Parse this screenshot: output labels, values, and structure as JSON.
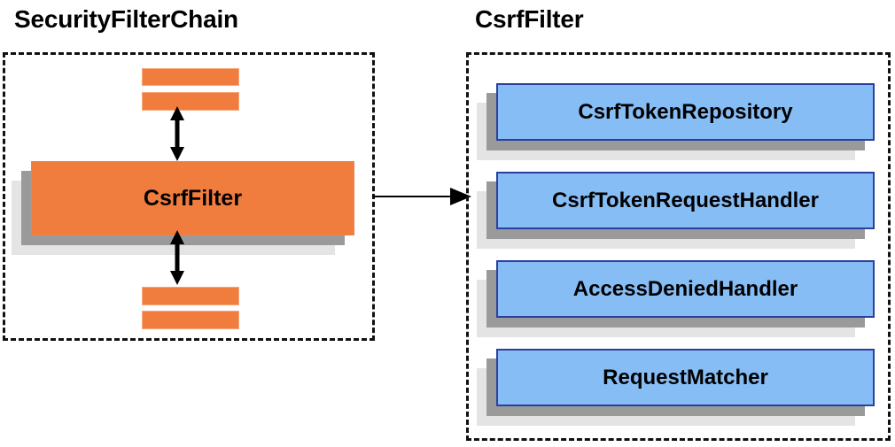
{
  "diagram": {
    "title_left": "SecurityFilterChain",
    "title_right": "CsrfFilter",
    "colors": {
      "orange_fill": "#F07C3D",
      "orange_border": "#F5A77B",
      "blue_fill": "#87BDF5",
      "blue_border": "#2B3FA0",
      "shadow_dark": "#9A9A9A",
      "shadow_light": "#E4E4E4",
      "dashed_border": "#111111",
      "text": "#000000",
      "background": "#FFFFFF"
    }
  },
  "left_panel": {
    "title": "SecurityFilterChain",
    "filter_box_label": "CsrfFilter",
    "bars": [
      {
        "name": "filter-bar-top-1",
        "position": "above"
      },
      {
        "name": "filter-bar-top-2",
        "position": "above"
      },
      {
        "name": "filter-bar-bottom-1",
        "position": "below"
      },
      {
        "name": "filter-bar-bottom-2",
        "position": "below"
      }
    ],
    "arrows": [
      {
        "name": "double-arrow-up",
        "direction": "vertical-double"
      },
      {
        "name": "double-arrow-down",
        "direction": "vertical-double"
      }
    ]
  },
  "right_panel": {
    "title": "CsrfFilter",
    "components": [
      {
        "label": "CsrfTokenRepository"
      },
      {
        "label": "CsrfTokenRequestHandler"
      },
      {
        "label": "AccessDeniedHandler"
      },
      {
        "label": "RequestMatcher"
      }
    ]
  },
  "connector": {
    "name": "csrffilter-expansion-arrow",
    "direction": "left-to-right",
    "from": "SecurityFilterChain.CsrfFilter",
    "to": "CsrfFilter"
  }
}
